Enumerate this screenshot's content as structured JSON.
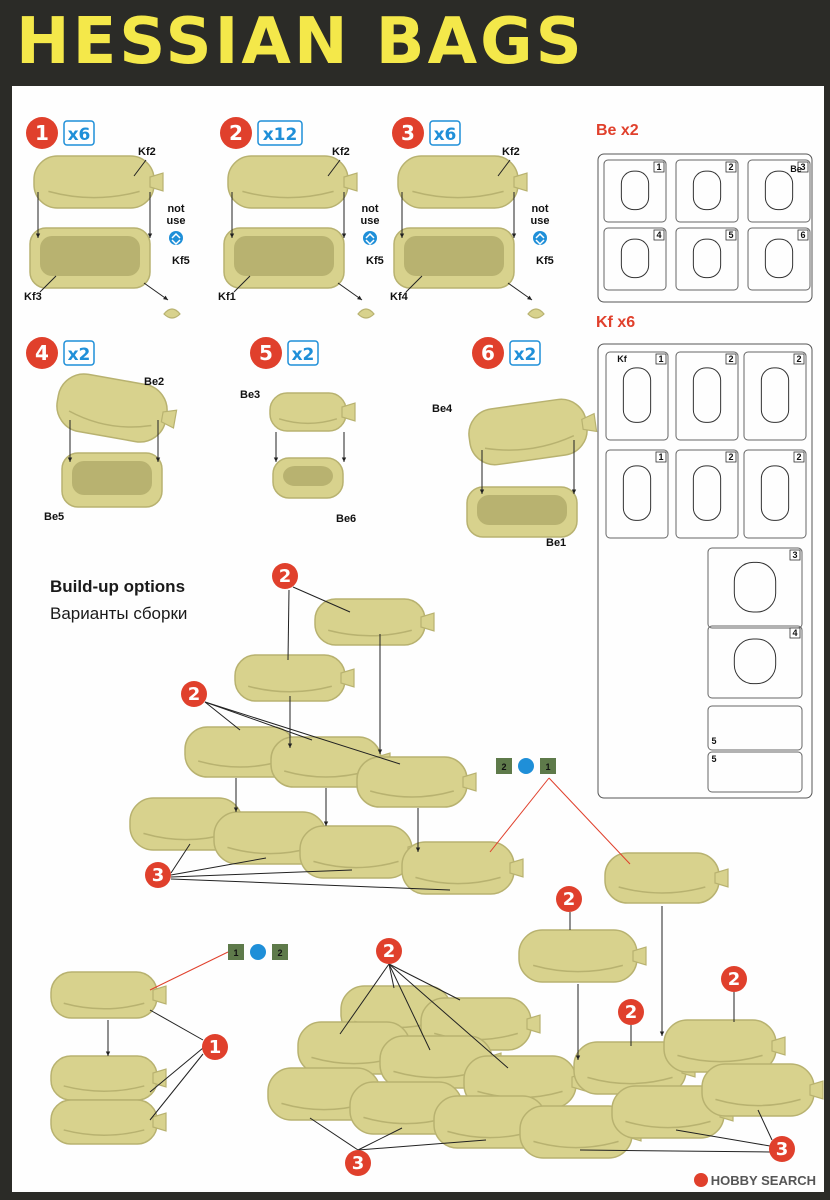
{
  "title": "HESSIAN BAGS",
  "steps": [
    {
      "num": "1",
      "qty": "x6",
      "labels": [
        "Kf2",
        "Kf3",
        "Kf5"
      ],
      "not_use": "not use"
    },
    {
      "num": "2",
      "qty": "x12",
      "labels": [
        "Kf2",
        "Kf1",
        "Kf5"
      ],
      "not_use": "not use"
    },
    {
      "num": "3",
      "qty": "x6",
      "labels": [
        "Kf2",
        "Kf4",
        "Kf5"
      ],
      "not_use": "not use"
    },
    {
      "num": "4",
      "qty": "x2",
      "labels": [
        "Be2",
        "Be5"
      ]
    },
    {
      "num": "5",
      "qty": "x2",
      "labels": [
        "Be3",
        "Be6"
      ]
    },
    {
      "num": "6",
      "qty": "x2",
      "labels": [
        "Be4",
        "Be1"
      ]
    }
  ],
  "build_up": {
    "en": "Build-up options",
    "ru": "Варианты сборки"
  },
  "sprues": [
    {
      "title": "Be x2",
      "tag": "Be",
      "numbers": [
        "1",
        "2",
        "3",
        "4",
        "5",
        "6"
      ]
    },
    {
      "title": "Kf x6",
      "tag": "Kf",
      "numbers": [
        "1",
        "2",
        "2",
        "1",
        "2",
        "2",
        "3",
        "4",
        "5",
        "5"
      ]
    }
  ],
  "badges": {
    "two": "2",
    "three": "3",
    "one": "1"
  },
  "option_badges": [
    {
      "left": "2",
      "right": "1"
    },
    {
      "left": "1",
      "right": "2"
    }
  ],
  "watermark": "HOBBY SEARCH",
  "colors": {
    "bag": "#d8d28d",
    "bag_shade": "#b8b270",
    "step_red": "#e0402c",
    "qty_blue": "#1f8fd8",
    "sprue_red": "#e0402c",
    "title_yellow": "#f4e84a",
    "dark": "#2b2b27",
    "option_green": "#5e7a4a"
  }
}
